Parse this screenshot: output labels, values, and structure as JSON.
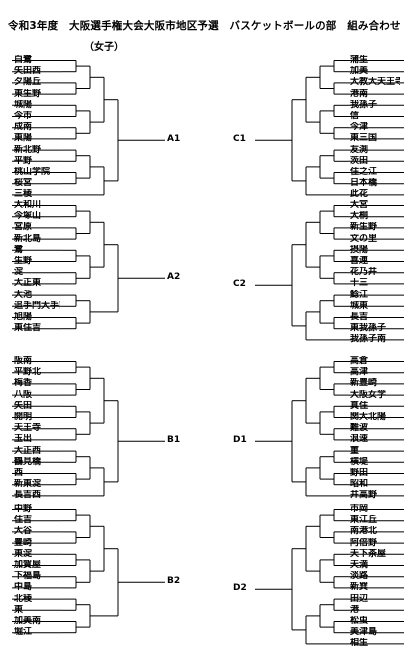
{
  "title": "令和3年度　大阪選手権大会大阪市地区予選　バスケットボールの部　組み合わせ",
  "subtitle": "（女子）",
  "blocks": [
    {
      "label": "A1",
      "side": "left",
      "teams": [
        "白鷺",
        "矢田西",
        "夕陽丘",
        "東生野",
        "城陽",
        "今市",
        "成南",
        "東陽",
        "新北野",
        "平野",
        "桃山学院",
        "桜宮",
        "三稜"
      ]
    },
    {
      "label": "A2",
      "side": "left",
      "teams": [
        "大和川",
        "今塚山",
        "宮原",
        "新北島",
        "鷺",
        "生野",
        "淀",
        "大正東",
        "大池",
        "追手門大手前",
        "旭陽",
        "東住吉"
      ]
    },
    {
      "label": "B1",
      "side": "left",
      "teams": [
        "阪南",
        "平野北",
        "梅香",
        "八阪",
        "矢田",
        "開明",
        "天王寺",
        "玉出",
        "大正西",
        "鶴見橋",
        "西",
        "新東淀",
        "長吉西"
      ]
    },
    {
      "label": "B2",
      "side": "left",
      "teams": [
        "中野",
        "住吉",
        "大谷",
        "豊崎",
        "東淀",
        "加賀屋",
        "下福島",
        "中島",
        "北稜",
        "東",
        "加美南",
        "堀江"
      ]
    },
    {
      "label": "C1",
      "side": "right",
      "teams": [
        "蒲生",
        "加美",
        "大教大天王寺",
        "港南",
        "我孫子",
        "信",
        "今津",
        "東三国",
        "友渕",
        "茨田",
        "住之江",
        "日本橋",
        "此花"
      ]
    },
    {
      "label": "C2",
      "side": "right",
      "teams": [
        "大宮",
        "大桐",
        "新生野",
        "文の里",
        "摂陽",
        "喜連",
        "花乃井",
        "十三",
        "鯰江",
        "城東",
        "長吉",
        "東我孫子",
        "我孫子南"
      ]
    },
    {
      "label": "D1",
      "side": "right",
      "teams": [
        "高倉",
        "高津",
        "新豊崎",
        "大阪女学",
        "真住",
        "関大北陽",
        "難波",
        "浪速",
        "菫",
        "横堤",
        "野田",
        "昭和",
        "井高野"
      ]
    },
    {
      "label": "D2",
      "side": "right",
      "teams": [
        "市岡",
        "東江丘",
        "南港北",
        "阿倍野",
        "天下茶屋",
        "天満",
        "淡路",
        "新巽",
        "田辺",
        "港",
        "松虫",
        "美津島",
        "相生"
      ]
    }
  ]
}
